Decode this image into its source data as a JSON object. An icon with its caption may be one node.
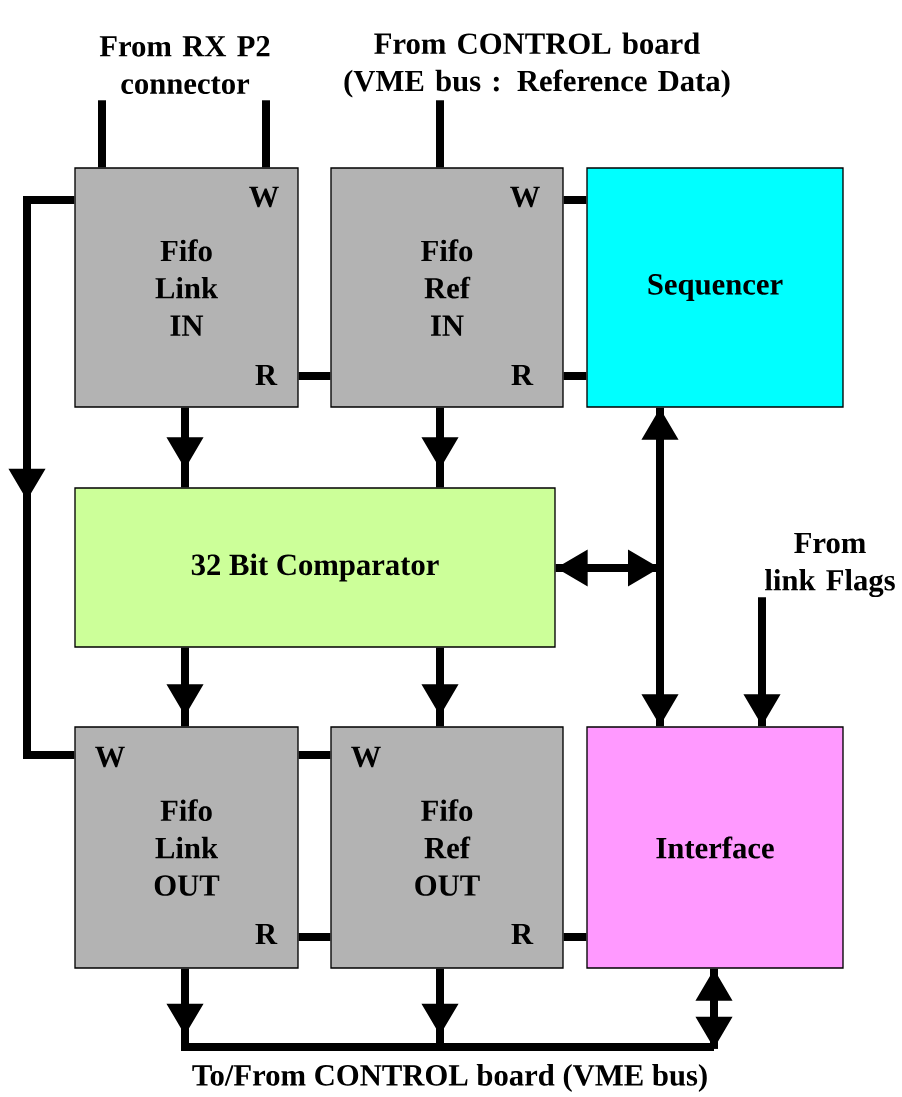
{
  "diagram": {
    "nodes": [
      {
        "text": [
          "From RX P2 connector"
        ]
      },
      {
        "text": [
          "From CONTROL board (VME bus : Reference Data)"
        ]
      },
      {
        "text": [
          "W",
          "Fifo Link IN",
          "R"
        ]
      },
      {
        "text": [
          "W",
          "Fifo Ref IN",
          "R"
        ]
      },
      {
        "text": [
          "Sequencer"
        ]
      },
      {
        "text": [
          "32 Bit Comparator"
        ]
      },
      {
        "text": [
          "From link Flags"
        ]
      },
      {
        "text": [
          "W",
          "Fifo Link OUT",
          "R"
        ]
      },
      {
        "text": [
          "W",
          "Fifo Ref OUT",
          "R"
        ]
      },
      {
        "text": [
          "Interface"
        ]
      },
      {
        "text": [
          "To/From CONTROL board (VME bus)"
        ]
      }
    ],
    "edges": [
      {
        "from": 0,
        "to": 2,
        "arrow": "none"
      },
      {
        "from": 0,
        "to": 2,
        "arrow": "none"
      },
      {
        "from": 1,
        "to": 3,
        "arrow": "none"
      },
      {
        "from": 2,
        "to": 3,
        "arrow": "none"
      },
      {
        "from": 3,
        "to": 4,
        "arrow": "none"
      },
      {
        "from": 3,
        "to": 4,
        "arrow": "none"
      },
      {
        "from": 2,
        "to": 7,
        "arrow": "to"
      },
      {
        "from": 2,
        "to": 5,
        "arrow": "to"
      },
      {
        "from": 3,
        "to": 5,
        "arrow": "to"
      },
      {
        "from": 5,
        "to": 7,
        "arrow": "to"
      },
      {
        "from": 5,
        "to": 8,
        "arrow": "to"
      },
      {
        "from": 7,
        "to": 8,
        "arrow": "none"
      },
      {
        "from": 7,
        "to": 8,
        "arrow": "none"
      },
      {
        "from": 8,
        "to": 9,
        "arrow": "none"
      },
      {
        "from": 4,
        "to": 9,
        "arrow": "both"
      },
      {
        "from": 5,
        "to": 4,
        "arrow": "both"
      },
      {
        "from": 5,
        "to": 9,
        "arrow": "both"
      },
      {
        "from": 6,
        "to": 9,
        "arrow": "to"
      },
      {
        "from": 7,
        "to": 10,
        "arrow": "to"
      },
      {
        "from": 8,
        "to": 10,
        "arrow": "to"
      },
      {
        "from": 9,
        "to": 10,
        "arrow": "both"
      }
    ]
  }
}
